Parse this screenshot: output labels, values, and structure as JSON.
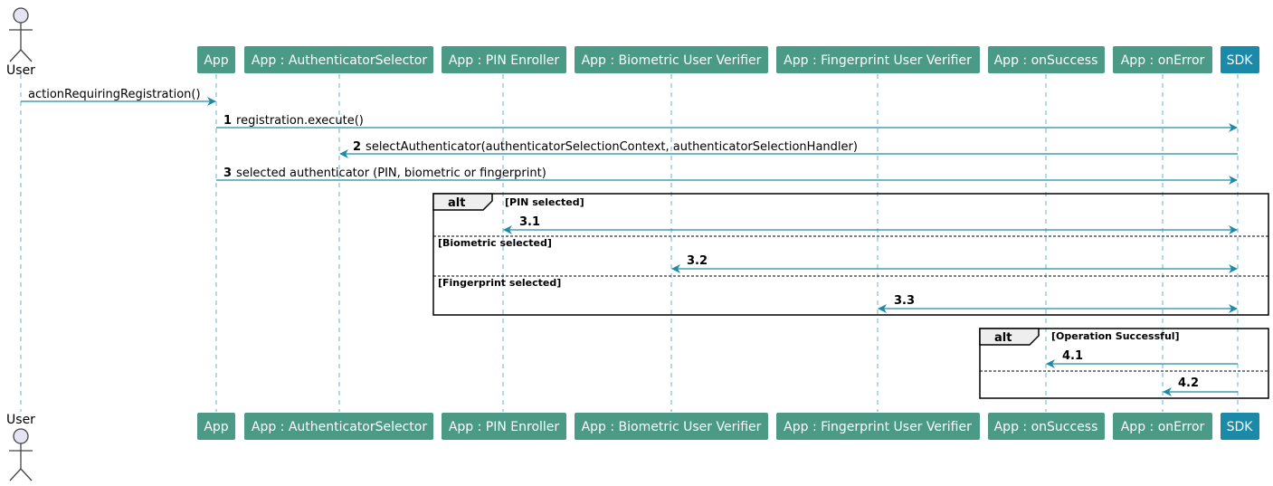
{
  "actor": {
    "label": "User"
  },
  "participants": [
    {
      "id": "app",
      "label": "App",
      "color": "#4a9a86"
    },
    {
      "id": "selector",
      "label": "App : AuthenticatorSelector",
      "color": "#4a9a86"
    },
    {
      "id": "pin",
      "label": "App : PIN Enroller",
      "color": "#4a9a86"
    },
    {
      "id": "bio",
      "label": "App : Biometric User Verifier",
      "color": "#4a9a86"
    },
    {
      "id": "fp",
      "label": "App : Fingerprint User Verifier",
      "color": "#4a9a86"
    },
    {
      "id": "success",
      "label": "App : onSuccess",
      "color": "#4a9a86"
    },
    {
      "id": "error",
      "label": "App : onError",
      "color": "#4a9a86"
    },
    {
      "id": "sdk",
      "label": "SDK",
      "color": "#1a8aa8"
    }
  ],
  "messages": [
    {
      "from": "user",
      "to": "app",
      "number": "",
      "text": "actionRequiringRegistration()"
    },
    {
      "from": "app",
      "to": "sdk",
      "number": "1",
      "text": "registration.execute()"
    },
    {
      "from": "sdk",
      "to": "selector",
      "number": "2",
      "text": "selectAuthenticator(authenticatorSelectionContext, authenticatorSelectionHandler)"
    },
    {
      "from": "app",
      "to": "sdk",
      "number": "3",
      "text": "selected authenticator (PIN, biometric or fingerprint)"
    }
  ],
  "fragments": [
    {
      "keyword": "alt",
      "sections": [
        {
          "guard": "[PIN selected]",
          "message": {
            "from": "pin",
            "to": "sdk",
            "number": "3.1",
            "both": true
          }
        },
        {
          "guard": "[Biometric selected]",
          "message": {
            "from": "bio",
            "to": "sdk",
            "number": "3.2",
            "both": true
          }
        },
        {
          "guard": "[Fingerprint selected]",
          "message": {
            "from": "fp",
            "to": "sdk",
            "number": "3.3",
            "both": true
          }
        }
      ]
    },
    {
      "keyword": "alt",
      "sections": [
        {
          "guard": "[Operation Successful]",
          "message": {
            "from": "sdk",
            "to": "success",
            "number": "4.1",
            "both": false
          }
        },
        {
          "guard": "",
          "message": {
            "from": "sdk",
            "to": "error",
            "number": "4.2",
            "both": false
          }
        }
      ]
    }
  ]
}
